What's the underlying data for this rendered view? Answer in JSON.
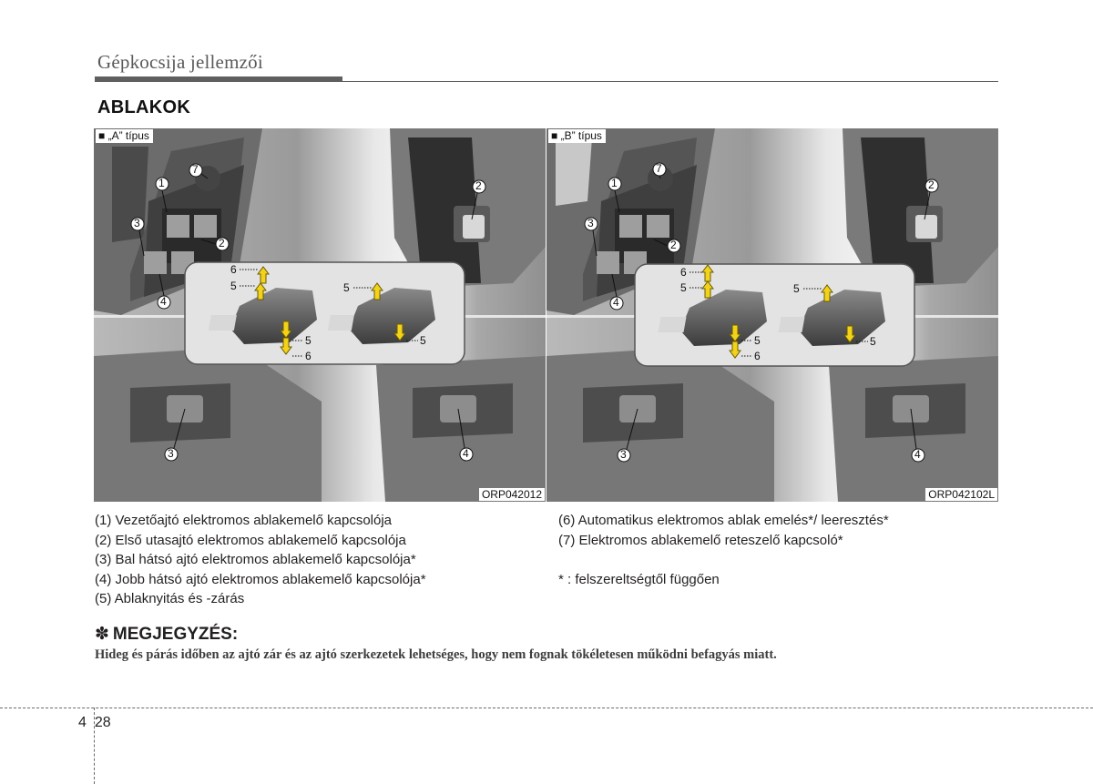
{
  "header": {
    "chapter": "Gépkocsija jellemzői"
  },
  "section": {
    "title": "ABLAKOK"
  },
  "figures": [
    {
      "type_label": "■ „A” típus",
      "code": "ORP042012",
      "callouts": [
        "1",
        "2",
        "3",
        "4",
        "7",
        "2",
        "3",
        "4"
      ],
      "inset": {
        "left_labels": [
          "6",
          "5",
          "5",
          "6"
        ],
        "right_labels": [
          "5",
          "5"
        ]
      }
    },
    {
      "type_label": "■ „B” típus",
      "code": "ORP042102L",
      "callouts": [
        "1",
        "2",
        "3",
        "4",
        "7",
        "2",
        "3",
        "4"
      ],
      "inset": {
        "left_labels": [
          "6",
          "5",
          "5",
          "6"
        ],
        "right_labels": [
          "5",
          "5"
        ]
      }
    }
  ],
  "legend": {
    "left": [
      "(1) Vezetőajtó elektromos ablakemelő kapcsolója",
      "(2) Első utasajtó elektromos ablakemelő kapcsolója",
      "(3) Bal hátsó ajtó elektromos ablakemelő kapcsolója*",
      "(4) Jobb hátsó ajtó elektromos ablakemelő kapcsolója*",
      "(5) Ablaknyitás és -zárás"
    ],
    "right": [
      "(6) Automatikus elektromos ablak emelés*/ leeresztés*",
      "(7) Elektromos ablakemelő reteszelő kapcsoló*"
    ],
    "footnote": "* : felszereltségtől függően"
  },
  "note": {
    "symbol": "✽",
    "title": "MEGJEGYZÉS:",
    "text": "Hideg és párás időben az ajtó zár és az ajtó szerkezetek lehetséges, hogy nem fognak tökéletesen működni befagyás miatt."
  },
  "footer": {
    "section_number": "4",
    "page_number": "28"
  },
  "colors": {
    "arrow_yellow": "#f2d21a",
    "text": "#231f20",
    "rule": "#5f5f5f"
  }
}
